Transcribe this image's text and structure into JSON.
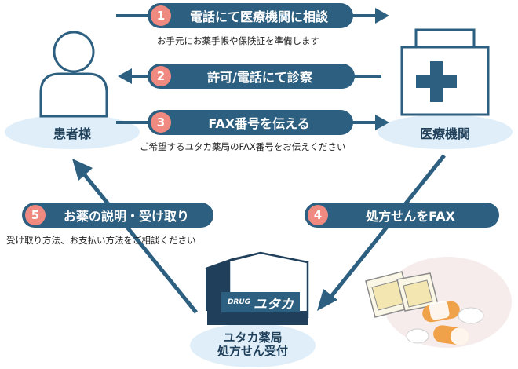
{
  "nodes": {
    "patient": "患者様",
    "clinic": "医療機関",
    "pharmacy": [
      "ユタカ薬局",
      "処方せん受付"
    ]
  },
  "building_sign": {
    "small": "DRUG",
    "large": "ユタカ"
  },
  "steps": [
    {
      "num": "1",
      "label": "電話にて医療機関に相談",
      "note": "お手元にお薬手帳や保険証を準備します"
    },
    {
      "num": "2",
      "label": "許可/電話にて診察",
      "note": ""
    },
    {
      "num": "3",
      "label": "FAX番号を伝える",
      "note": "ご希望するユタカ薬局のFAX番号をお伝えください"
    },
    {
      "num": "4",
      "label": "処方せんをFAX",
      "note": ""
    },
    {
      "num": "5",
      "label": "お薬の説明・受け取り",
      "note": "受け取り方法、お支払い方法をご相談ください"
    }
  ],
  "colors": {
    "pill": "#2d5f80",
    "number": "#f08a80",
    "ellipse": "#dfeef8",
    "stroke": "#2d5f80"
  }
}
